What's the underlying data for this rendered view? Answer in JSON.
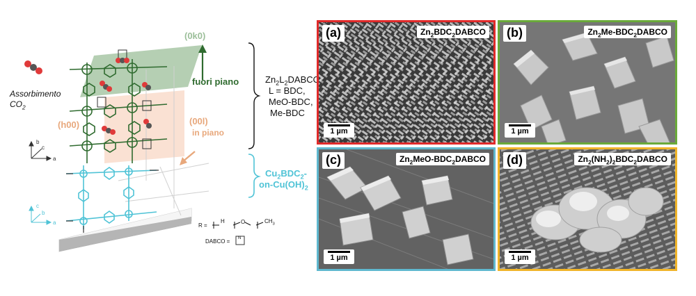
{
  "diagram": {
    "plane_0k0": "(0k0)",
    "fuori_piano": "fuori piano",
    "assorbimento": "Assorbimento",
    "co2": "CO",
    "co2_sub": "2",
    "plane_h00": "(h00)",
    "plane_00l": "(00l)",
    "in_piano": "in piano",
    "formula_prefix": "Zn",
    "formula_rest": "L",
    "formula_tail": "DABCO",
    "l_line1": "L = BDC,",
    "l_line2": "MeO-BDC,",
    "l_line3": "Me-BDC",
    "cu_line1": "Cu",
    "cu_line1_rest": "BDC",
    "cu_line1_tail": "-",
    "cu_line2": "on-Cu(OH)",
    "axis_b": "b",
    "axis_c": "c",
    "axis_a": "a",
    "r_label": "R =",
    "r_h": "H",
    "r_o": "O",
    "r_ch3": "CH",
    "dabco_label": "DABCO =",
    "atom_n": "N",
    "colors": {
      "green": "#2f6b2f",
      "green_plane": "#9cbf9a",
      "orange": "#e8a87c",
      "cyan": "#4fc3d6"
    }
  },
  "panels": [
    {
      "letter": "(a)",
      "title_pre": "Zn",
      "title_sub1": "2",
      "title_mid": "BDC",
      "title_sub2": "2",
      "title_post": "DABCO",
      "scale": "1 µm",
      "border": "#e02a2a"
    },
    {
      "letter": "(b)",
      "title_pre": "Zn",
      "title_sub1": "2",
      "title_mid": "Me-BDC",
      "title_sub2": "2",
      "title_post": "DABCO",
      "scale": "1 µm",
      "border": "#6aaa3a"
    },
    {
      "letter": "(c)",
      "title_pre": "Zn",
      "title_sub1": "2",
      "title_mid": "MeO-BDC",
      "title_sub2": "2",
      "title_post": "DABCO",
      "scale": "1 µm",
      "border": "#5fb8cf"
    },
    {
      "letter": "(d)",
      "title_pre": "Zn",
      "title_sub1": "2",
      "title_mid": "(NH",
      "title_sub2": "2",
      "title_post": ")",
      "title_sub3": "2",
      "title_post2": "BDC",
      "title_sub4": "2",
      "title_post3": "DABCO",
      "scale": "1 µm",
      "border": "#f0b429"
    }
  ]
}
